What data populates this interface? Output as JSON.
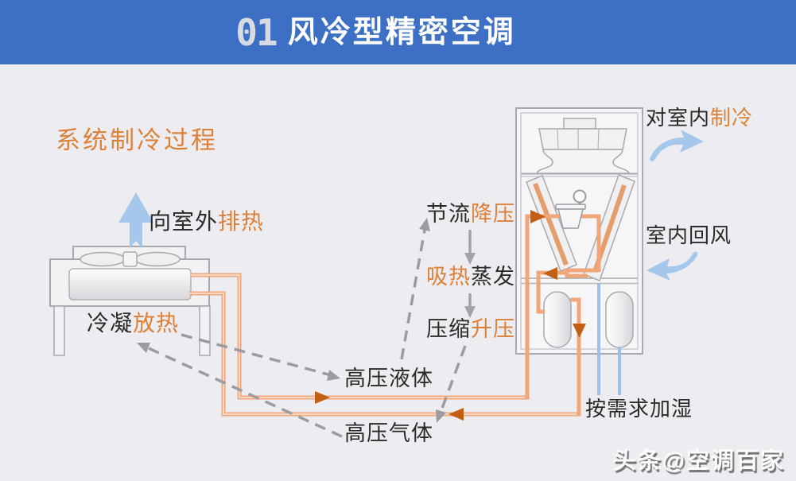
{
  "banner": {
    "number": "01",
    "title": "风冷型精密空调",
    "bg": "#3d70c4"
  },
  "section_title": {
    "text": "系统制冷过程"
  },
  "labels": {
    "exhaust_outdoor": {
      "part1": "向室外",
      "part2": "排热"
    },
    "condense": {
      "part1": "冷凝",
      "part2": "放热"
    },
    "throttle": {
      "part1": "节流",
      "part2": "降压"
    },
    "evaporate": {
      "part1": "吸热",
      "part2": "蒸发"
    },
    "compress": {
      "part1": "压缩",
      "part2": "升压"
    },
    "cool_room": {
      "part1": "对室内",
      "part2": "制冷"
    },
    "return_air": {
      "text": "室内回风"
    },
    "hp_liquid": {
      "text": "高压液体"
    },
    "hp_gas": {
      "text": "高压气体"
    },
    "humidify": {
      "text": "按需求加湿"
    }
  },
  "watermark": {
    "text": "头条@空调百家"
  },
  "colors": {
    "orange_text": "#dd8038",
    "black_text": "#2b2b2b",
    "pipe": "#f0a678",
    "flow_arrow": "#c35f12",
    "dashed_line": "#9b9ba2",
    "air_arrow": "#a5c7ec",
    "water_line": "#9cc0e8",
    "banner_blue": "#3d70c4"
  }
}
